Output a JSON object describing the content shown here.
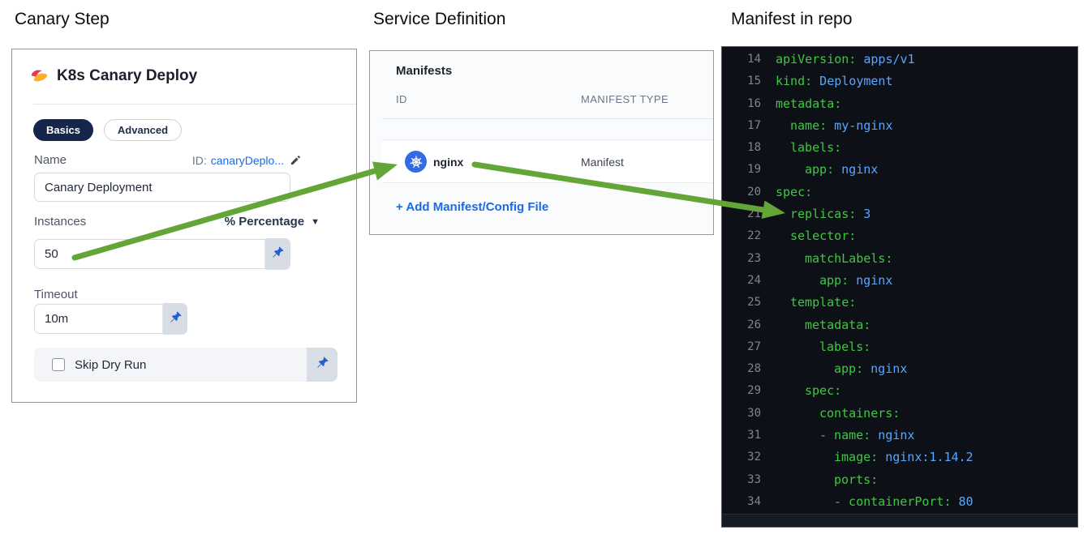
{
  "titles": {
    "left": "Canary Step",
    "middle": "Service Definition",
    "right": "Manifest in repo"
  },
  "canary": {
    "header": "K8s Canary Deploy",
    "tabs": [
      {
        "label": "Basics",
        "active": true
      },
      {
        "label": "Advanced",
        "active": false
      }
    ],
    "name_label": "Name",
    "id_prefix": "ID:",
    "id_value": "canaryDeplo...",
    "name_value": "Canary Deployment",
    "instances_label": "Instances",
    "instances_unit": "% Percentage",
    "instances_value": "50",
    "timeout_label": "Timeout",
    "timeout_value": "10m",
    "skip_label": "Skip Dry Run",
    "skip_checked": false
  },
  "service": {
    "header": "Manifests",
    "columns": [
      "ID",
      "MANIFEST TYPE"
    ],
    "rows": [
      {
        "id": "nginx",
        "type": "Manifest",
        "icon": "kubernetes-icon"
      }
    ],
    "add_link": "+ Add Manifest/Config File"
  },
  "code": {
    "lines": [
      {
        "n": 14,
        "indent": 0,
        "dash": false,
        "key": "apiVersion",
        "value": "apps/v1"
      },
      {
        "n": 15,
        "indent": 0,
        "dash": false,
        "key": "kind",
        "value": "Deployment"
      },
      {
        "n": 16,
        "indent": 0,
        "dash": false,
        "key": "metadata",
        "value": ""
      },
      {
        "n": 17,
        "indent": 2,
        "dash": false,
        "key": "name",
        "value": "my-nginx"
      },
      {
        "n": 18,
        "indent": 2,
        "dash": false,
        "key": "labels",
        "value": ""
      },
      {
        "n": 19,
        "indent": 4,
        "dash": false,
        "key": "app",
        "value": "nginx"
      },
      {
        "n": 20,
        "indent": 0,
        "dash": false,
        "key": "spec",
        "value": ""
      },
      {
        "n": 21,
        "indent": 2,
        "dash": false,
        "key": "replicas",
        "value": "3"
      },
      {
        "n": 22,
        "indent": 2,
        "dash": false,
        "key": "selector",
        "value": ""
      },
      {
        "n": 23,
        "indent": 4,
        "dash": false,
        "key": "matchLabels",
        "value": ""
      },
      {
        "n": 24,
        "indent": 6,
        "dash": false,
        "key": "app",
        "value": "nginx"
      },
      {
        "n": 25,
        "indent": 2,
        "dash": false,
        "key": "template",
        "value": ""
      },
      {
        "n": 26,
        "indent": 4,
        "dash": false,
        "key": "metadata",
        "value": ""
      },
      {
        "n": 27,
        "indent": 6,
        "dash": false,
        "key": "labels",
        "value": ""
      },
      {
        "n": 28,
        "indent": 8,
        "dash": false,
        "key": "app",
        "value": "nginx"
      },
      {
        "n": 29,
        "indent": 4,
        "dash": false,
        "key": "spec",
        "value": ""
      },
      {
        "n": 30,
        "indent": 6,
        "dash": false,
        "key": "containers",
        "value": ""
      },
      {
        "n": 31,
        "indent": 6,
        "dash": true,
        "key": "name",
        "value": "nginx"
      },
      {
        "n": 32,
        "indent": 8,
        "dash": false,
        "key": "image",
        "value": "nginx:1.14.2"
      },
      {
        "n": 33,
        "indent": 8,
        "dash": false,
        "key": "ports",
        "value": ""
      },
      {
        "n": 34,
        "indent": 8,
        "dash": true,
        "key": "containerPort",
        "value": "80"
      }
    ]
  },
  "icons": [
    "canary-bird-icon",
    "edit-pencil-icon",
    "chevron-down-icon",
    "pin-icon",
    "checkbox",
    "kubernetes-icon",
    "plus-icon"
  ],
  "colors": {
    "link_blue": "#1a6be3",
    "pin_blue": "#2160d3",
    "pill_navy": "#16254c",
    "kubernetes_blue": "#326ce5",
    "arrow_green": "#63a537",
    "code_background": "#0d1117",
    "code_key_green": "#3fc83f",
    "code_value_blue": "#58a6ff",
    "code_line_number_gray": "#7d8590"
  }
}
